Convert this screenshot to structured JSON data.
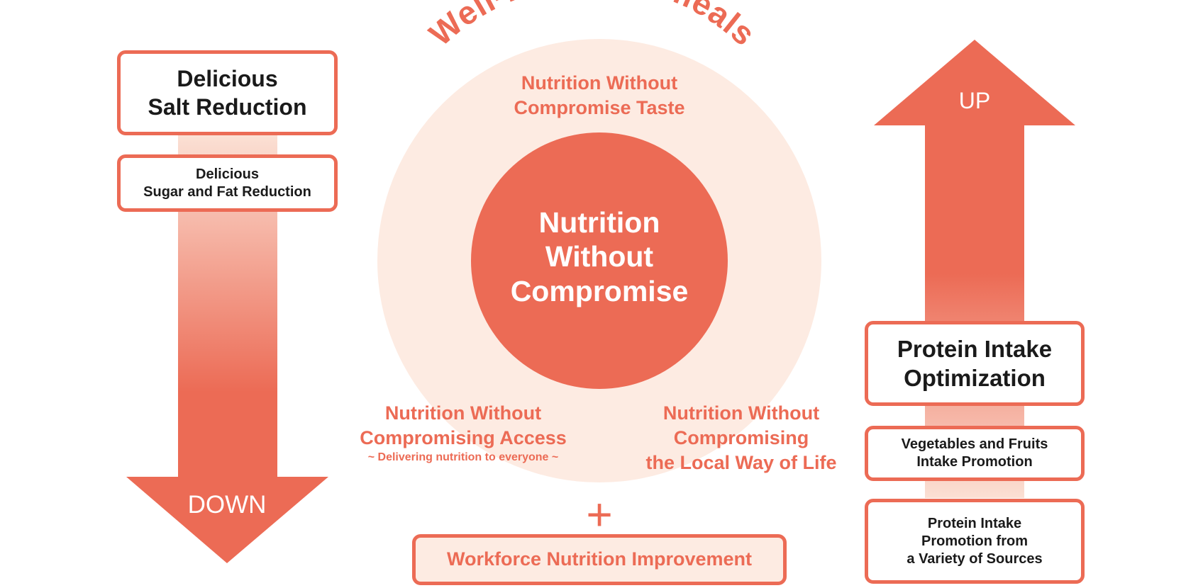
{
  "title": "Well-balanced meals",
  "colors": {
    "accent": "#ec6b55",
    "light": "#fdebe2"
  },
  "center": {
    "line1": "Nutrition",
    "line2": "Without",
    "line3": "Compromise"
  },
  "taste": {
    "line1": "Nutrition Without",
    "line2": "Compromise Taste"
  },
  "access": {
    "line1": "Nutrition Without",
    "line2": "Compromising Access",
    "sub": "~ Delivering nutrition to everyone ~"
  },
  "local": {
    "line1": "Nutrition Without",
    "line2": "Compromising",
    "line3": "the Local Way of Life"
  },
  "plus": "+",
  "workforce": "Workforce Nutrition Improvement",
  "down": {
    "label": "DOWN",
    "salt": {
      "line1": "Delicious",
      "line2": "Salt Reduction"
    },
    "sugar": {
      "line1": "Delicious",
      "line2": "Sugar and Fat Reduction"
    }
  },
  "up": {
    "label": "UP",
    "protein": {
      "line1": "Protein Intake",
      "line2": "Optimization"
    },
    "veg": {
      "line1": "Vegetables and Fruits",
      "line2": "Intake Promotion"
    },
    "sources": {
      "line1": "Protein Intake",
      "line2": "Promotion from",
      "line3": "a Variety of Sources"
    }
  }
}
